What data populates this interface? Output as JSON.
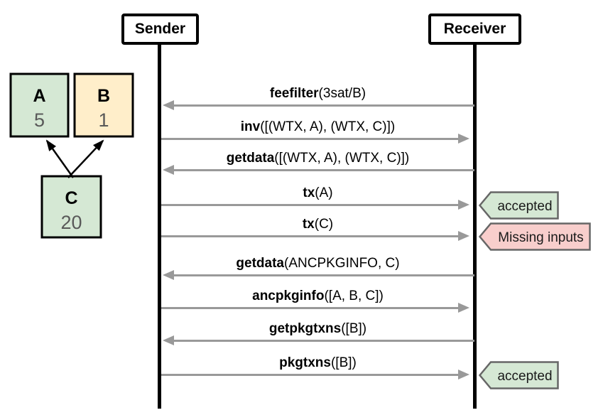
{
  "actors": [
    {
      "name": "Sender"
    },
    {
      "name": "Receiver"
    }
  ],
  "tx_graph": {
    "nodes": [
      {
        "id": "A",
        "label": "A",
        "value": "5",
        "fill": "#d5e8d4"
      },
      {
        "id": "B",
        "label": "B",
        "value": "1",
        "fill": "#ffeeca"
      },
      {
        "id": "C",
        "label": "C",
        "value": "20",
        "fill": "#d5e8d4"
      }
    ],
    "edges": [
      {
        "from": "C",
        "to": "A"
      },
      {
        "from": "C",
        "to": "B"
      }
    ]
  },
  "messages": [
    {
      "fn": "feefilter",
      "args": "(3sat/B)",
      "direction": "left",
      "badge": null
    },
    {
      "fn": "inv",
      "args": "([(WTX, A), (WTX, C)])",
      "direction": "right",
      "badge": null
    },
    {
      "fn": "getdata",
      "args": "([(WTX, A), (WTX, C)])",
      "direction": "left",
      "badge": null
    },
    {
      "fn": "tx",
      "args": "(A)",
      "direction": "right",
      "badge": {
        "text": "accepted",
        "status": "success"
      }
    },
    {
      "fn": "tx",
      "args": "(C)",
      "direction": "right",
      "badge": {
        "text": "Missing inputs",
        "status": "error"
      }
    },
    {
      "fn": "getdata",
      "args": "(ANCPKGINFO, C)",
      "direction": "left",
      "badge": null
    },
    {
      "fn": "ancpkginfo",
      "args": "([A, B, C])",
      "direction": "right",
      "badge": null
    },
    {
      "fn": "getpkgtxns",
      "args": "([B])",
      "direction": "left",
      "badge": null
    },
    {
      "fn": "pkgtxns",
      "args": "([B])",
      "direction": "right",
      "badge": {
        "text": "accepted",
        "status": "success"
      }
    }
  ],
  "badges": {
    "success_fill": "#d5e8d4",
    "error_fill": "#f8cecc",
    "border": "#666666",
    "text_color": "#1a1a1a"
  },
  "colors": {
    "arrow": "#999999",
    "lifeline": "#000000",
    "node_border": "#000000",
    "actor_border": "#000000",
    "value_text": "#595959",
    "message_text": "#000000"
  }
}
